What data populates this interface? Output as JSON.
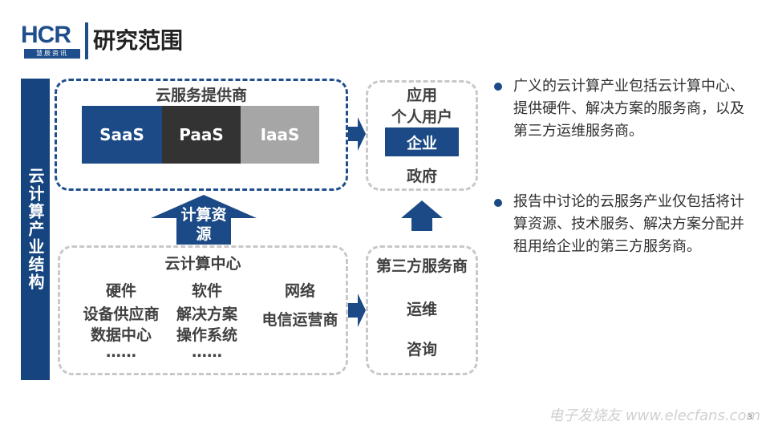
{
  "header": {
    "logo_text": "HCR",
    "logo_sub": "慧辰资讯",
    "title": "研究范围"
  },
  "side_label": "云计算产业结构",
  "provider": {
    "title": "云服务提供商",
    "services": [
      "SaaS",
      "PaaS",
      "IaaS"
    ]
  },
  "users": {
    "title": "应用",
    "items": [
      "个人用户",
      "企业",
      "政府"
    ]
  },
  "compute_arrow_label": "计算资源",
  "datacenter": {
    "title": "云计算中心",
    "columns": [
      {
        "head": "硬件",
        "lines": [
          "设备供应商",
          "数据中心",
          "……"
        ]
      },
      {
        "head": "软件",
        "lines": [
          "解决方案",
          "操作系统",
          "……"
        ]
      },
      {
        "head": "网络",
        "lines": [
          "电信运营商"
        ]
      }
    ]
  },
  "third_party": {
    "title": "第三方服务商",
    "items": [
      "运维",
      "咨询"
    ]
  },
  "bullets": [
    "广义的云计算产业包括云计算中心、提供硬件、解决方案的服务商，以及第三方运维服务商。",
    "报告中讨论的云服务产业仅包括将计算资源、技术服务、解决方案分配并租用给企业的第三方服务商。"
  ],
  "watermark": "电子发烧友 www.elecfans.com",
  "page_number": "3",
  "colors": {
    "navy": "#1b4a86",
    "dark": "#333333",
    "gray": "#a6a6a6",
    "dash_gray": "#c8c8c8"
  }
}
